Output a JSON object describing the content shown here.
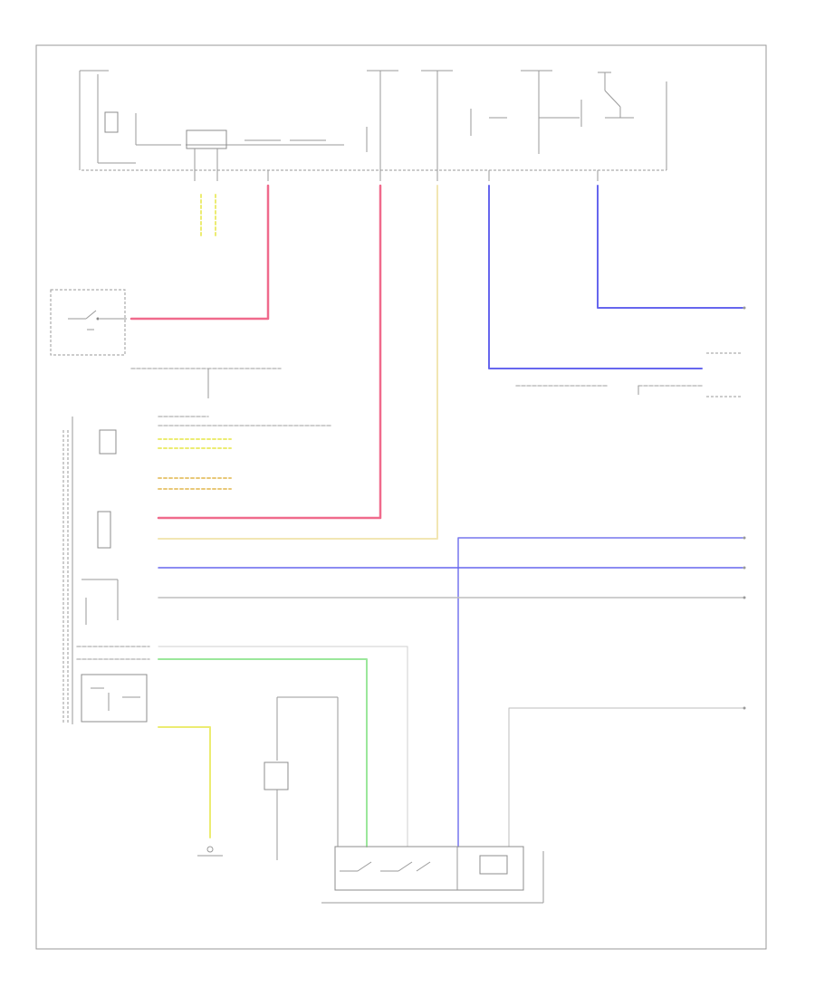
{
  "diagram": {
    "footer_code": "",
    "components": [
      {
        "id": "junction-block",
        "label": ""
      },
      {
        "id": "fuse-block",
        "label": ""
      },
      {
        "id": "key-switch",
        "label": ""
      },
      {
        "id": "instrument-cluster",
        "label": ""
      },
      {
        "id": "multifunction-switch",
        "label": ""
      },
      {
        "id": "power-door-lock-switch",
        "label": ""
      },
      {
        "id": "door-lock-control-unit",
        "label": ""
      },
      {
        "id": "door-lock-actuator",
        "label": ""
      }
    ],
    "colors": {
      "pink": "#f06a8c",
      "yellow": "#ecec72",
      "tan": "#f2e6b3",
      "blue": "#6666ee",
      "green": "#9be79b",
      "gray": "#bdbdbd",
      "frame": "#999999"
    }
  }
}
